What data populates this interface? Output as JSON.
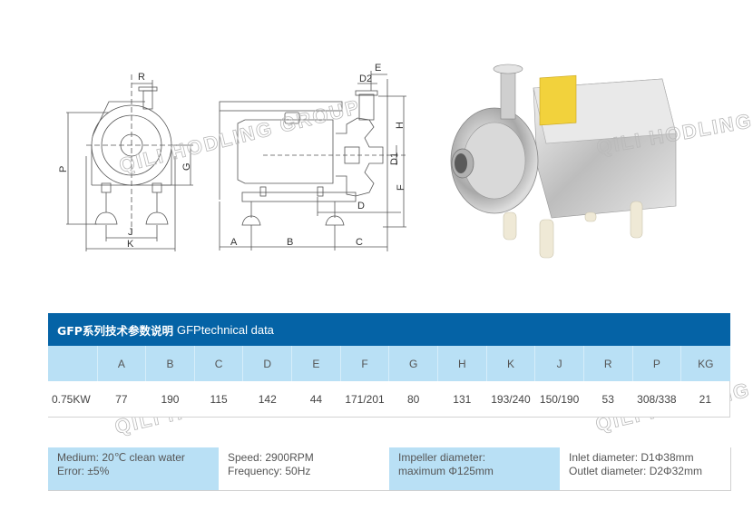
{
  "drawings": {
    "front_view": {
      "labels": {
        "R": "R",
        "P": "P",
        "G": "G",
        "J": "J",
        "K": "K"
      }
    },
    "side_view": {
      "labels": {
        "E": "E",
        "D2": "D2",
        "H": "H",
        "D1": "D1",
        "F": "F",
        "D": "D",
        "A": "A",
        "B": "B",
        "C": "C"
      }
    }
  },
  "photo": {
    "description": "stainless steel sanitary centrifugal pump",
    "label_color": "#f2d23c"
  },
  "watermarks": [
    "QILI HODLING GROUP",
    "QILI HODLING GROUP",
    "QILI HODLING",
    "QILI HODLING GROUP",
    "QILI HODLING"
  ],
  "table": {
    "title_cn": "GFP系列技术参数说明",
    "title_en": "GFPtechnical data",
    "header_color": "#0563a6",
    "subheader_color": "#b9e0f5",
    "columns": [
      "",
      "A",
      "B",
      "C",
      "D",
      "E",
      "F",
      "G",
      "H",
      "K",
      "J",
      "R",
      "P",
      "KG"
    ],
    "rows": [
      [
        "0.75KW",
        "77",
        "190",
        "115",
        "142",
        "44",
        "171/201",
        "80",
        "131",
        "193/240",
        "150/190",
        "53",
        "308/338",
        "21"
      ]
    ]
  },
  "specs": [
    {
      "line1": "Medium: 20℃ clean water",
      "line2": "Error: ±5%"
    },
    {
      "line1": "Speed: 2900RPM",
      "line2": "Frequency: 50Hz"
    },
    {
      "line1": "Impeller diameter:",
      "line2": "maximum Φ125mm"
    },
    {
      "line1": "Inlet diameter: D1Φ38mm",
      "line2": "Outlet diameter: D2Φ32mm"
    }
  ]
}
